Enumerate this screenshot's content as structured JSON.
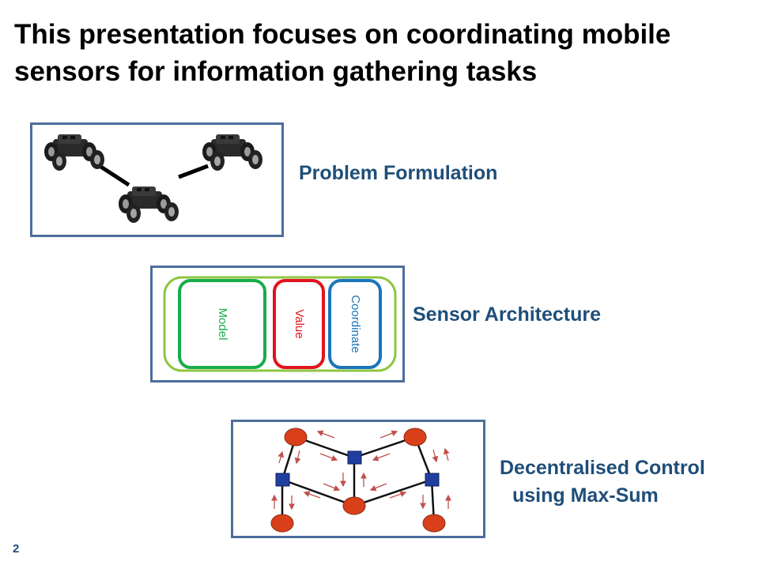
{
  "slide": {
    "title_line1": "This presentation focuses on coordinating mobile",
    "title_line2": "sensors for information gathering tasks",
    "page_number": "2"
  },
  "sections": {
    "problem": {
      "label": "Problem Formulation"
    },
    "architecture": {
      "label": "Sensor Architecture",
      "modules": [
        "Model",
        "Value",
        "Coordinate"
      ]
    },
    "control": {
      "label_line1": "Decentralised Control",
      "label_line2": "using Max-Sum"
    }
  },
  "colors": {
    "label_blue": "#1f4e79",
    "panel_border": "#4d6e9c",
    "model_green": "#1aab4b",
    "value_red": "#e0141e",
    "coordinate_blue": "#1b75bb",
    "outer_light_green": "#8dc63f",
    "variable_node": "#d9401a",
    "factor_node": "#1f3fa0",
    "message_arrow": "#c0504d"
  },
  "icons": [
    "robot-rover-icon"
  ]
}
